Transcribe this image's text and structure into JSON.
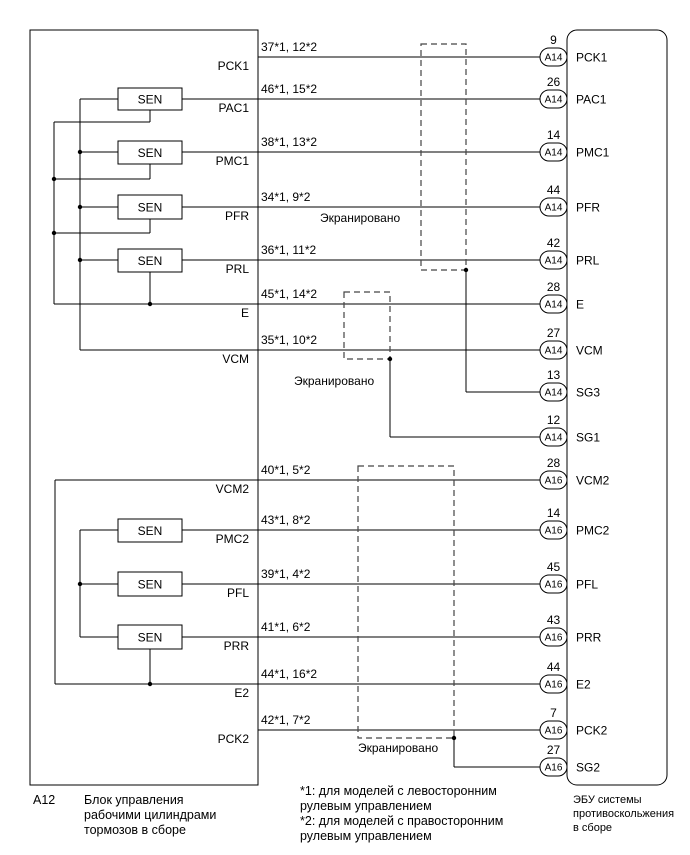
{
  "sensor_label": "SEN",
  "pins": [
    {
      "module_label": "PCK1",
      "wire_pins": "37*1, 12*2",
      "ecu_pin_no": "9",
      "connector": "A14",
      "ecu_label": "PCK1"
    },
    {
      "module_label": "PAC1",
      "wire_pins": "46*1, 15*2",
      "ecu_pin_no": "26",
      "connector": "A14",
      "ecu_label": "PAC1"
    },
    {
      "module_label": "PMC1",
      "wire_pins": "38*1, 13*2",
      "ecu_pin_no": "14",
      "connector": "A14",
      "ecu_label": "PMC1"
    },
    {
      "module_label": "PFR",
      "wire_pins": "34*1, 9*2",
      "ecu_pin_no": "44",
      "connector": "A14",
      "ecu_label": "PFR"
    },
    {
      "module_label": "PRL",
      "wire_pins": "36*1, 11*2",
      "ecu_pin_no": "42",
      "connector": "A14",
      "ecu_label": "PRL"
    },
    {
      "module_label": "E",
      "wire_pins": "45*1, 14*2",
      "ecu_pin_no": "28",
      "connector": "A14",
      "ecu_label": "E"
    },
    {
      "module_label": "VCM",
      "wire_pins": "35*1, 10*2",
      "ecu_pin_no": "27",
      "connector": "A14",
      "ecu_label": "VCM"
    },
    {
      "module_label": "",
      "wire_pins": "",
      "ecu_pin_no": "13",
      "connector": "A14",
      "ecu_label": "SG3"
    },
    {
      "module_label": "",
      "wire_pins": "",
      "ecu_pin_no": "12",
      "connector": "A14",
      "ecu_label": "SG1"
    },
    {
      "module_label": "VCM2",
      "wire_pins": "40*1, 5*2",
      "ecu_pin_no": "28",
      "connector": "A16",
      "ecu_label": "VCM2"
    },
    {
      "module_label": "PMC2",
      "wire_pins": "43*1, 8*2",
      "ecu_pin_no": "14",
      "connector": "A16",
      "ecu_label": "PMC2"
    },
    {
      "module_label": "PFL",
      "wire_pins": "39*1, 4*2",
      "ecu_pin_no": "45",
      "connector": "A16",
      "ecu_label": "PFL"
    },
    {
      "module_label": "PRR",
      "wire_pins": "41*1, 6*2",
      "ecu_pin_no": "43",
      "connector": "A16",
      "ecu_label": "PRR"
    },
    {
      "module_label": "E2",
      "wire_pins": "44*1, 16*2",
      "ecu_pin_no": "44",
      "connector": "A16",
      "ecu_label": "E2"
    },
    {
      "module_label": "PCK2",
      "wire_pins": "42*1, 7*2",
      "ecu_pin_no": "7",
      "connector": "A16",
      "ecu_label": "PCK2"
    },
    {
      "module_label": "",
      "wire_pins": "",
      "ecu_pin_no": "27",
      "connector": "A16",
      "ecu_label": "SG2"
    }
  ],
  "shield_label": "Экранировано",
  "module": {
    "code": "A12",
    "name_lines": [
      "Блок управления",
      "рабочими цилиндрами",
      "тормозов в сборе"
    ]
  },
  "ecu": {
    "name_lines": [
      "ЭБУ системы",
      "противоскольжения",
      "в сборе"
    ]
  },
  "notes": [
    "*1: для моделей с левосторонним",
    "рулевым управлением",
    "*2: для моделей с правосторонним",
    "рулевым управлением"
  ]
}
